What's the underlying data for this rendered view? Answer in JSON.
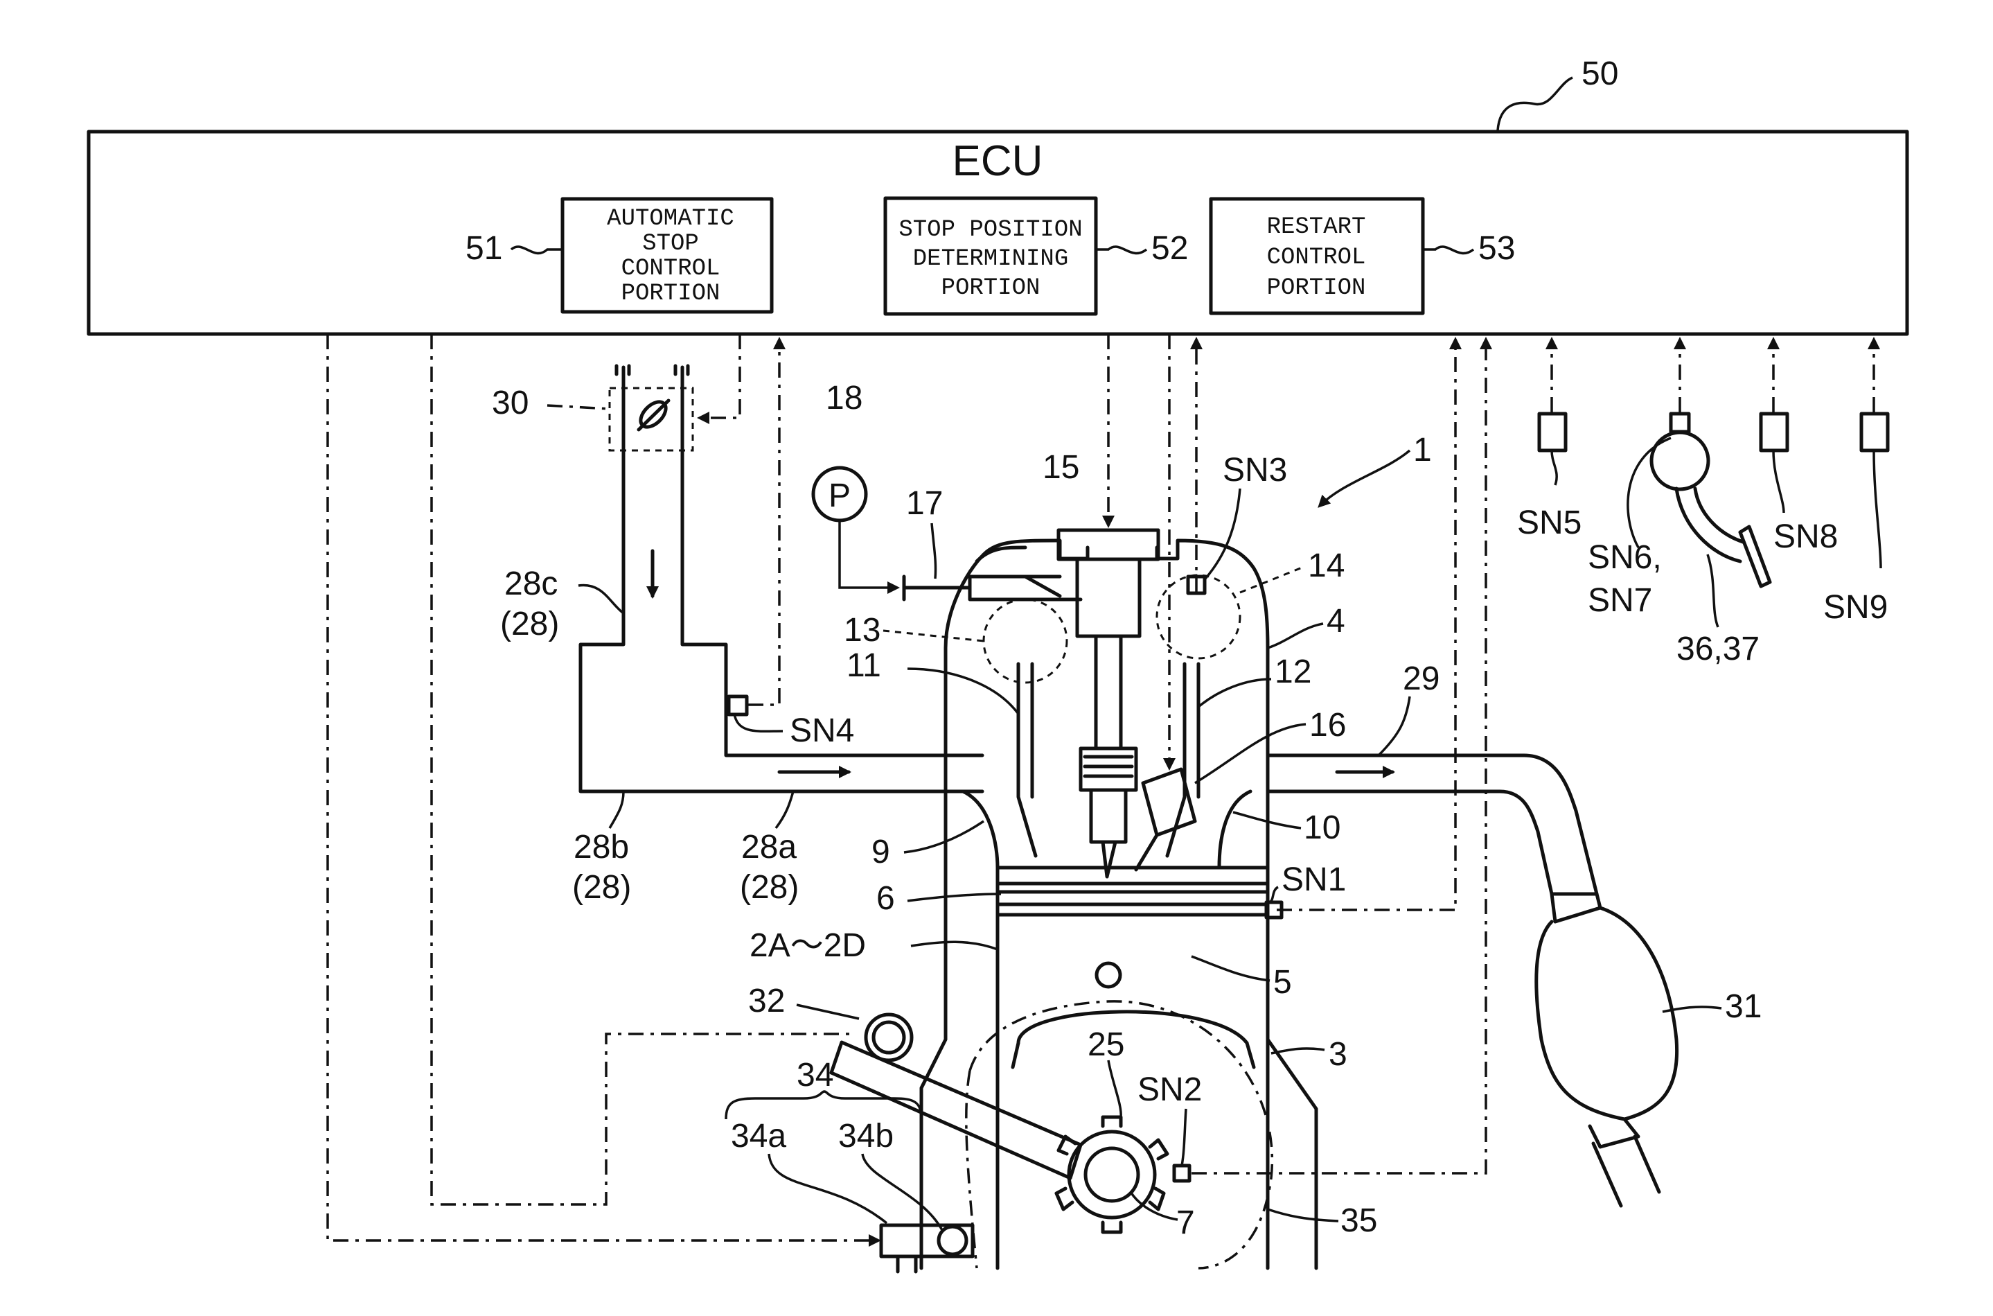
{
  "ecu": {
    "title": "ECU",
    "ref": "50",
    "stop_control": {
      "lines": [
        "AUTOMATIC",
        "STOP",
        "CONTROL",
        "PORTION"
      ],
      "ref": "51"
    },
    "stop_position": {
      "lines": [
        "STOP POSITION",
        "DETERMINING",
        "PORTION"
      ],
      "ref": "52"
    },
    "restart": {
      "lines": [
        "RESTART",
        "CONTROL",
        "PORTION"
      ],
      "ref": "53"
    }
  },
  "labels": {
    "engine": "1",
    "fuel_pump": "P",
    "fuel_pump_ref": "18",
    "fuel_rail": "17",
    "injector": "15",
    "spark_plug": "16",
    "intake_cam": "13",
    "exhaust_cam": "14",
    "cyl_head": "4",
    "intake_valve": "11",
    "exhaust_valve": "12",
    "intake_port": "9",
    "exhaust_port": "10",
    "combustion_chamber": "6",
    "cylinders": "2A～2D",
    "piston": "5",
    "block": "3",
    "crankshaft": "7",
    "ring_gear": "25",
    "alternator_pulley": "32",
    "alternator": "34",
    "alternator_a": "34a",
    "alternator_b": "34b",
    "belt": "35",
    "exhaust_pipe": "29",
    "catalyst": "31",
    "throttle": "30",
    "intake_28c": "28c",
    "intake_28b": "28b",
    "intake_28a": "28a",
    "intake_28": "(28)",
    "pedal": "36,37",
    "sensors": {
      "sn1": "SN1",
      "sn2": "SN2",
      "sn3": "SN3",
      "sn4": "SN4",
      "sn5": "SN5",
      "sn6": "SN6,",
      "sn7": "SN7",
      "sn8": "SN8",
      "sn9": "SN9"
    }
  }
}
